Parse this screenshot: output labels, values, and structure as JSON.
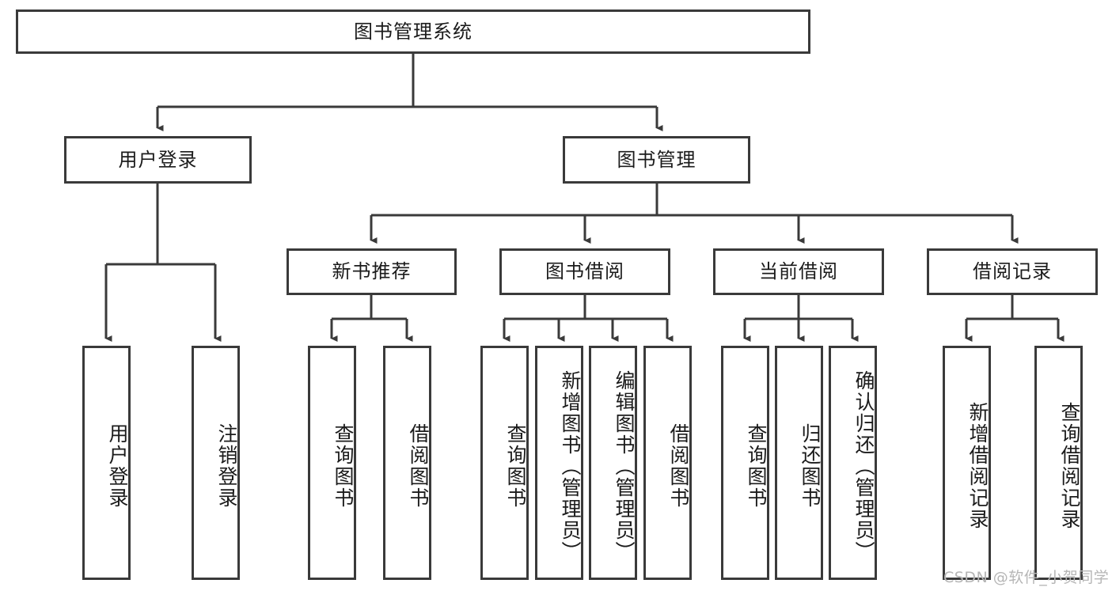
{
  "diagram": {
    "title": "图书管理系统",
    "type": "tree-hierarchy",
    "root": {
      "label": "图书管理系统",
      "orientation": "horizontal"
    },
    "level1": [
      {
        "label": "用户登录",
        "orientation": "horizontal"
      },
      {
        "label": "图书管理",
        "orientation": "horizontal"
      }
    ],
    "level2": [
      {
        "label": "新书推荐",
        "orientation": "horizontal",
        "parent": "图书管理"
      },
      {
        "label": "图书借阅",
        "orientation": "horizontal",
        "parent": "图书管理"
      },
      {
        "label": "当前借阅",
        "orientation": "horizontal",
        "parent": "图书管理"
      },
      {
        "label": "借阅记录",
        "orientation": "horizontal",
        "parent": "图书管理"
      }
    ],
    "leaves": [
      {
        "label": "用户登录",
        "orientation": "vertical",
        "parent": "用户登录"
      },
      {
        "label": "注销登录",
        "orientation": "vertical",
        "parent": "用户登录"
      },
      {
        "label": "查询图书",
        "orientation": "vertical",
        "parent": "新书推荐"
      },
      {
        "label": "借阅图书",
        "orientation": "vertical",
        "parent": "新书推荐"
      },
      {
        "label": "查询图书",
        "orientation": "vertical",
        "parent": "图书借阅"
      },
      {
        "label": "新增图书（管理员）",
        "orientation": "vertical",
        "parent": "图书借阅"
      },
      {
        "label": "编辑图书（管理员）",
        "orientation": "vertical",
        "parent": "图书借阅"
      },
      {
        "label": "借阅图书",
        "orientation": "vertical",
        "parent": "图书借阅"
      },
      {
        "label": "查询图书",
        "orientation": "vertical",
        "parent": "当前借阅"
      },
      {
        "label": "归还图书",
        "orientation": "vertical",
        "parent": "当前借阅"
      },
      {
        "label": "确认归还（管理员）",
        "orientation": "vertical",
        "parent": "当前借阅"
      },
      {
        "label": "新增借阅记录",
        "orientation": "vertical",
        "parent": "借阅记录"
      },
      {
        "label": "查询借阅记录",
        "orientation": "vertical",
        "parent": "借阅记录"
      }
    ]
  },
  "watermark": {
    "text": "CSDN @软件_小贺同学"
  },
  "colors": {
    "stroke": "#3a3a3a",
    "text": "#1b1b1b",
    "background": "#ffffff",
    "watermark": "#b6b6b6"
  }
}
